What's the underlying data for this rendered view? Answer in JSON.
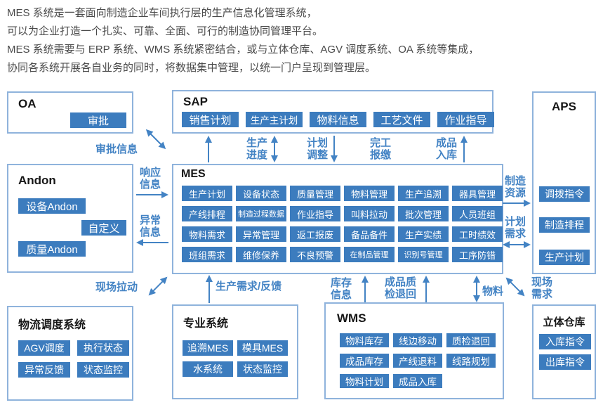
{
  "header": {
    "lines": [
      "MES 系统是一套面向制造企业车间执行层的生产信息化管理系统，",
      "可以为企业打造一个扎实、可靠、全面、可行的制造协同管理平台。",
      "MES 系统需要与 ERP 系统、WMS 系统紧密结合，或与立体仓库、AGV 调度系统、OA 系统等集成，",
      "协同各系统开展各自业务的同时，将数据集中管理，以统一门户呈现到管理层。"
    ]
  },
  "colors": {
    "chip_blue": "#3c7cbe",
    "border_blue": "#8fb3dc",
    "flow_blue": "#4383c4"
  },
  "boxes": {
    "oa": {
      "title": "OA",
      "items": [
        "审批"
      ]
    },
    "sap": {
      "title": "SAP",
      "items": [
        "销售计划",
        "生产主计划",
        "物料信息",
        "工艺文件",
        "作业指导"
      ]
    },
    "aps": {
      "title": "APS",
      "items": [
        "调拨指令",
        "制造排程",
        "生产计划"
      ]
    },
    "andon": {
      "title": "Andon",
      "items": [
        "设备Andon",
        "自定义",
        "质量Andon"
      ]
    },
    "mes": {
      "title": "MES",
      "items": [
        "生产计划",
        "设备状态",
        "质量管理",
        "物料管理",
        "生产追溯",
        "器具管理",
        "产线排程",
        "制造过程数据",
        "作业指导",
        "叫料拉动",
        "批次管理",
        "人员班组",
        "物料需求",
        "异常管理",
        "返工报废",
        "备品备件",
        "生产实绩",
        "工时绩效",
        "班组需求",
        "维修保养",
        "不良预警",
        "在制品管理",
        "识别号管理",
        "工序防错"
      ]
    },
    "logistics": {
      "title": "物流调度系统",
      "items": [
        "AGV调度",
        "执行状态",
        "异常反馈",
        "状态监控"
      ]
    },
    "specialized": {
      "title": "专业系统",
      "items": [
        "追溯MES",
        "模具MES",
        "水系统",
        "状态监控"
      ]
    },
    "wms": {
      "title": "WMS",
      "items": [
        "物料库存",
        "线边移动",
        "质检退回",
        "成品库存",
        "产线退料",
        "线路规划",
        "物料计划",
        "成品入库"
      ]
    },
    "warehouse": {
      "title": "立体仓库",
      "items": [
        "入库指令",
        "出库指令"
      ]
    }
  },
  "flows": {
    "approval_info": "审批信息",
    "production_progress": "生产进度",
    "plan_adjustment": "计划调整",
    "completion_report": "完工报缴",
    "finished_goods_in": "成品入库",
    "response_info": "响应信息",
    "exception_info": "异常信息",
    "manufacturing_resources": "制造资源",
    "plan_demand": "计划需求",
    "site_pull": "现场拉动",
    "production_demand_feedback": "生产需求/反馈",
    "inventory_info": "库存信息",
    "finished_qc_return": "成品质检退回",
    "material": "物料",
    "site_demand": "现场需求"
  }
}
